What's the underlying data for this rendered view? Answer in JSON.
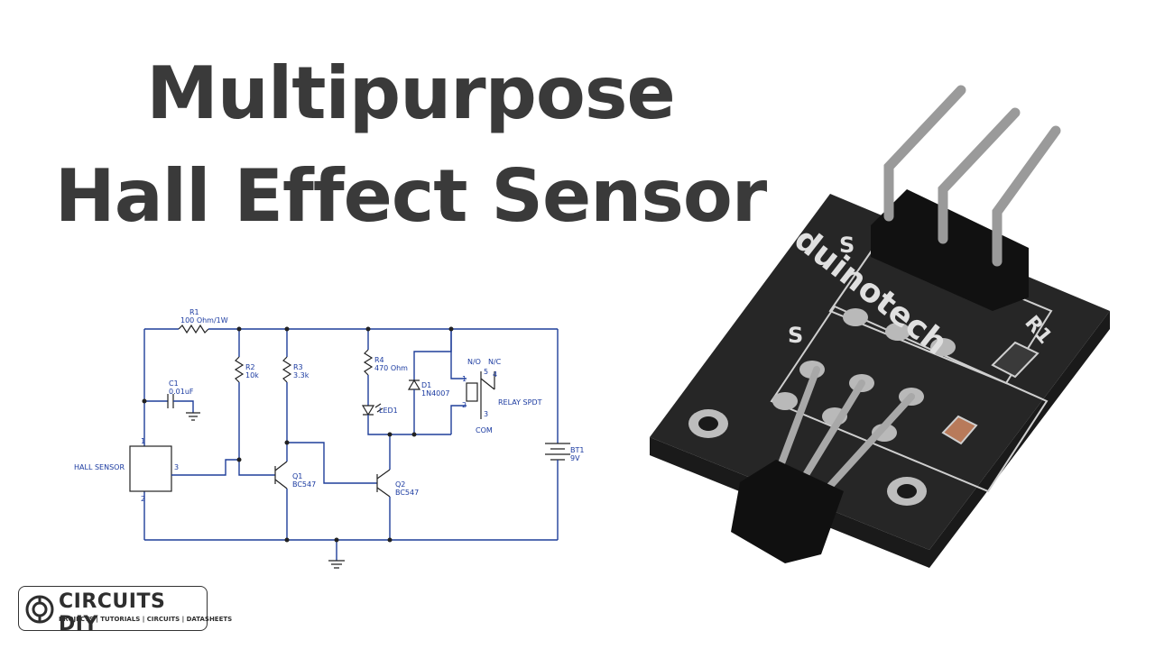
{
  "title": {
    "line1": "Multipurpose",
    "line2": "Hall Effect Sensor"
  },
  "schematic": {
    "r1_name": "R1",
    "r1_value": "100 Ohm/1W",
    "c1_name": "C1",
    "c1_value": "0.01uF",
    "r2_name": "R2",
    "r2_value": "10k",
    "r3_name": "R3",
    "r3_value": "3.3k",
    "r4_name": "R4",
    "r4_value": "470 Ohm",
    "d1_name": "D1",
    "d1_value": "1N4007",
    "led_name": "LED1",
    "q1_name": "Q1",
    "q1_value": "BC547",
    "q2_name": "Q2",
    "q2_value": "BC547",
    "bt1_name": "BT1",
    "bt1_value": "9V",
    "relay_label": "RELAY SPDT",
    "relay_no": "N/O",
    "relay_nc": "N/C",
    "relay_com": "COM",
    "relay_pin1": "1",
    "relay_pin2": "2",
    "relay_pin3": "3",
    "relay_pin4": "4",
    "relay_pin5": "5",
    "sensor_label": "HALL SENSOR",
    "sensor_pin1": "1",
    "sensor_pin2": "2",
    "sensor_pin3": "3"
  },
  "module": {
    "brand": "duinotech",
    "pin_s_top": "S",
    "pin_s_board": "S",
    "r_label": "R1"
  },
  "logo": {
    "brand": "CIRCUITS DIY",
    "tagline": "PROJECTS | TUTORIALS | CIRCUITS | DATASHEETS",
    "icon": "circuit-gear-icon"
  }
}
